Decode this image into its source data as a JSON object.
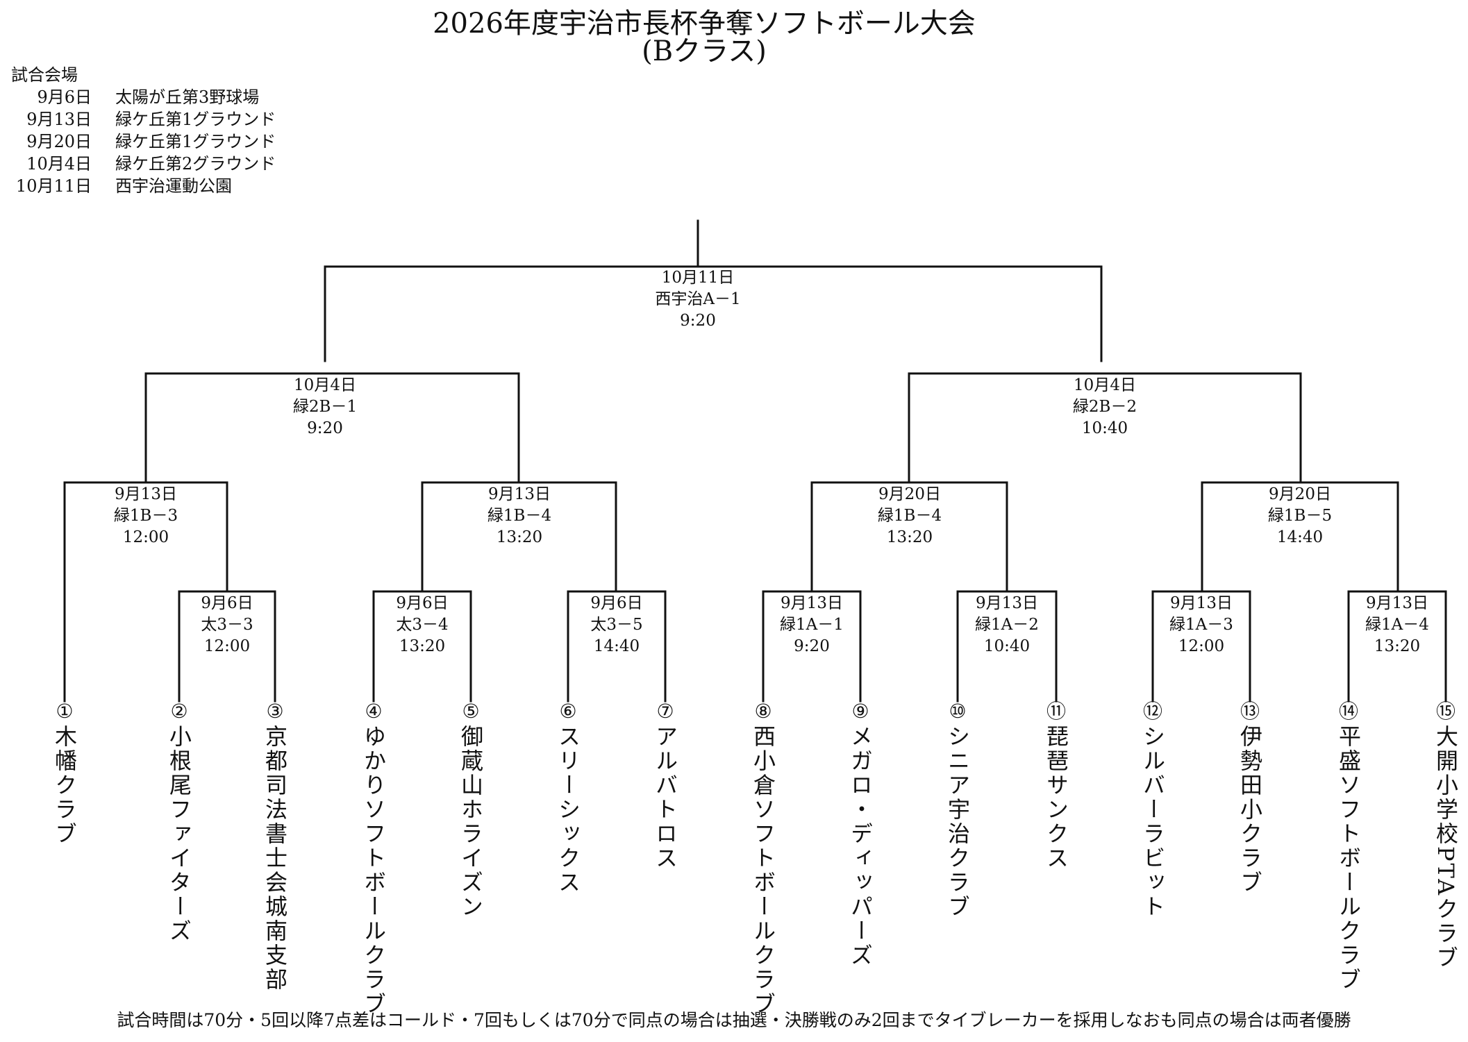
{
  "title": {
    "line1": "2026年度宇治市長杯争奪ソフトボール大会",
    "line2": "(Bクラス)"
  },
  "venues": {
    "heading": "試合会場",
    "rows": [
      {
        "date": "9月6日",
        "place": "太陽が丘第3野球場"
      },
      {
        "date": "9月13日",
        "place": "緑ケ丘第1グラウンド"
      },
      {
        "date": "9月20日",
        "place": "緑ケ丘第1グラウンド"
      },
      {
        "date": "10月4日",
        "place": "緑ケ丘第2グラウンド"
      },
      {
        "date": "10月11日",
        "place": "西宇治運動公園"
      }
    ]
  },
  "matches": {
    "final": {
      "date": "10月11日",
      "court": "西宇治A－1",
      "time": "9:20"
    },
    "sf_left": {
      "date": "10月4日",
      "court": "緑2B－1",
      "time": "9:20"
    },
    "sf_right": {
      "date": "10月4日",
      "court": "緑2B－2",
      "time": "10:40"
    },
    "qf1": {
      "date": "9月13日",
      "court": "緑1B－3",
      "time": "12:00"
    },
    "qf2": {
      "date": "9月13日",
      "court": "緑1B－4",
      "time": "13:20"
    },
    "qf3": {
      "date": "9月20日",
      "court": "緑1B－4",
      "time": "13:20"
    },
    "qf4": {
      "date": "9月20日",
      "court": "緑1B－5",
      "time": "14:40"
    },
    "r1_1": {
      "date": "9月6日",
      "court": "太3－3",
      "time": "12:00"
    },
    "r1_2": {
      "date": "9月6日",
      "court": "太3－4",
      "time": "13:20"
    },
    "r1_3": {
      "date": "9月6日",
      "court": "太3－5",
      "time": "14:40"
    },
    "r1_4": {
      "date": "9月13日",
      "court": "緑1A－1",
      "time": "9:20"
    },
    "r1_5": {
      "date": "9月13日",
      "court": "緑1A－2",
      "time": "10:40"
    },
    "r1_6": {
      "date": "9月13日",
      "court": "緑1A－3",
      "time": "12:00"
    },
    "r1_7": {
      "date": "9月13日",
      "court": "緑1A－4",
      "time": "13:20"
    }
  },
  "teams": [
    {
      "num": "①",
      "name": "木幡クラブ"
    },
    {
      "num": "②",
      "name": "小根尾ファイターズ"
    },
    {
      "num": "③",
      "name": "京都司法書士会城南支部"
    },
    {
      "num": "④",
      "name": "ゆかりソフトボールクラブ"
    },
    {
      "num": "⑤",
      "name": "御蔵山ホライズン"
    },
    {
      "num": "⑥",
      "name": "スリーシックス"
    },
    {
      "num": "⑦",
      "name": "アルバトロス"
    },
    {
      "num": "⑧",
      "name": "西小倉ソフトボールクラブ"
    },
    {
      "num": "⑨",
      "name": "メガロ・ディッパーズ"
    },
    {
      "num": "⑩",
      "name": "シニア宇治クラブ"
    },
    {
      "num": "⑪",
      "name": "琵琶サンクス"
    },
    {
      "num": "⑫",
      "name": "シルバーラビット"
    },
    {
      "num": "⑬",
      "name": "伊勢田小クラブ"
    },
    {
      "num": "⑭",
      "name": "平盛ソフトボールクラブ"
    },
    {
      "num": "⑮",
      "name": "大開小学校PTAクラブ"
    }
  ],
  "note": "試合時間は70分・5回以降7点差はコールド・7回もしくは70分で同点の場合は抽選・決勝戦のみ2回までタイブレーカーを採用しなおも同点の場合は両者優勝"
}
